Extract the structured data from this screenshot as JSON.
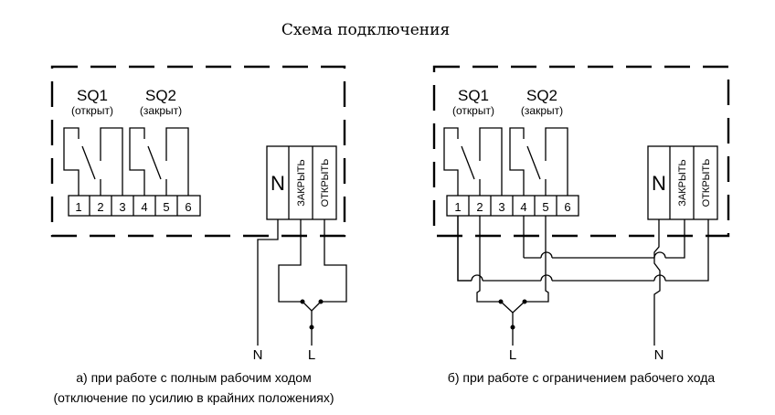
{
  "title": "Схема подключения",
  "diagram_a": {
    "switch_1": {
      "name": "SQ1",
      "state": "(открыт)"
    },
    "switch_2": {
      "name": "SQ2",
      "state": "(закрыт)"
    },
    "terminals": [
      "1",
      "2",
      "3",
      "4",
      "5",
      "6"
    ],
    "actuator": {
      "neutral": "N",
      "close": "ЗАКРЫТЬ",
      "open": "ОТКРЫТЬ"
    },
    "wire_labels": {
      "neutral": "N",
      "live": "L"
    },
    "caption_line1": "а) при работе с полным рабочим ходом",
    "caption_line2": "(отключение по усилию в крайних положениях)"
  },
  "diagram_b": {
    "switch_1": {
      "name": "SQ1",
      "state": "(открыт)"
    },
    "switch_2": {
      "name": "SQ2",
      "state": "(закрыт)"
    },
    "terminals": [
      "1",
      "2",
      "3",
      "4",
      "5",
      "6"
    ],
    "actuator": {
      "neutral": "N",
      "close": "ЗАКРЫТЬ",
      "open": "ОТКРЫТЬ"
    },
    "wire_labels": {
      "live": "L",
      "neutral": "N"
    },
    "caption": "б) при работе с ограничением рабочего хода"
  }
}
